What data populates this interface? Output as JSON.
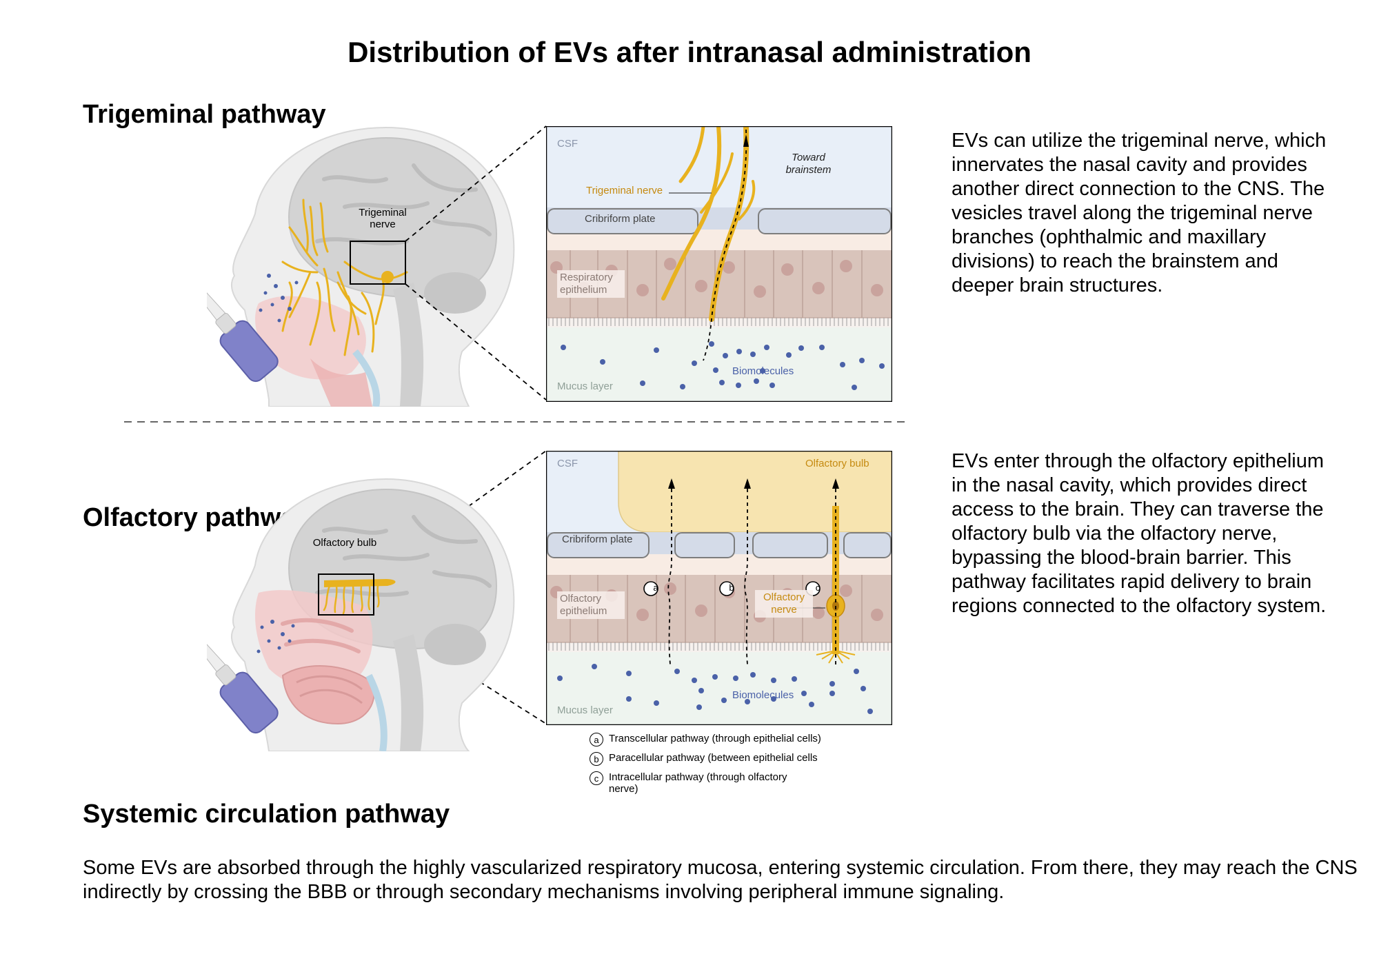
{
  "title": "Distribution of EVs after intranasal administration",
  "trigeminal": {
    "heading": "Trigeminal pathway",
    "head_label": "Trigeminal nerve",
    "csf_label": "CSF",
    "nerve_label": "Trigeminal nerve",
    "toward_label": "Toward brainstem",
    "plate_label": "Cribriform plate",
    "epithelium_label": "Respiratory epithelium",
    "biomolecules_label": "Biomolecules",
    "mucus_label": "Mucus layer",
    "description": "EVs can utilize the trigeminal nerve, which innervates the nasal cavity and provides another direct connection to the CNS. The vesicles travel along the trigeminal nerve branches (ophthalmic and maxillary divisions) to reach the brainstem and deeper brain structures."
  },
  "olfactory": {
    "heading": "Olfactory pathway",
    "head_label": "Olfactory bulb",
    "csf_label": "CSF",
    "bulb_label": "Olfactory bulb",
    "plate_label": "Cribriform plate",
    "epithelium_label": "Olfactory epithelium",
    "nerve_label": "Olfactory nerve",
    "biomolecules_label": "Biomolecules",
    "mucus_label": "Mucus layer",
    "marker_a": "a",
    "marker_b": "b",
    "marker_c": "c",
    "description": "EVs enter through the olfactory epithelium in the nasal cavity, which provides direct access to the brain. They can traverse the olfactory bulb via the olfactory nerve, bypassing the blood-brain barrier. This pathway facilitates rapid delivery to brain regions connected to the olfactory system."
  },
  "legend": [
    {
      "marker": "a",
      "text": "Transcellular pathway (through epithelial cells)"
    },
    {
      "marker": "b",
      "text": "Paracellular pathway (between epithelial cells"
    },
    {
      "marker": "c",
      "text": "Intracellular pathway (through olfactory nerve)"
    }
  ],
  "systemic": {
    "heading": "Systemic circulation pathway",
    "description": "Some EVs are absorbed through the highly vascularized respiratory mucosa, entering systemic circulation. From there, they may reach the CNS indirectly by crossing the BBB or through secondary mechanisms involving peripheral immune signaling."
  },
  "colors": {
    "nerve": "#e8b21f",
    "nerve_text": "#c58a10",
    "csf": "#e8eff8",
    "bulb": "#f7e4b0",
    "plate": "#d4dbe8",
    "epithelium": "#d9c4bb",
    "nucleus": "#c9a39d",
    "mucus": "#eef4ef",
    "dot": "#4a61a8",
    "bottle": "#8082c9"
  }
}
